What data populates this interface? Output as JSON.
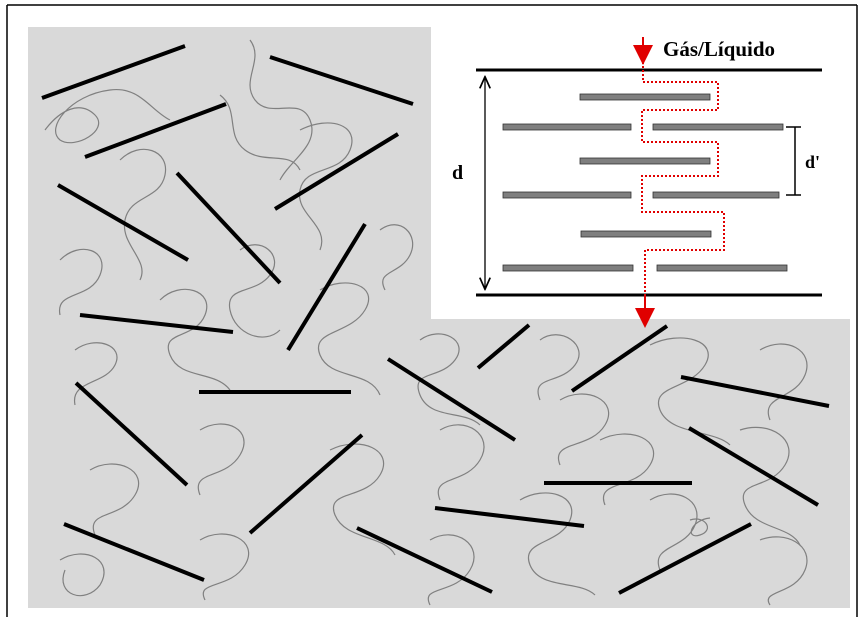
{
  "labels": {
    "flow": "Gás/Líquido",
    "distance": "d",
    "spacing": "d'"
  },
  "colors": {
    "matrix": "#d9d9d9",
    "platelet": "#000000",
    "inset_platelet": "#7f7f7f",
    "path": "#e00000",
    "chain": "#808080"
  }
}
